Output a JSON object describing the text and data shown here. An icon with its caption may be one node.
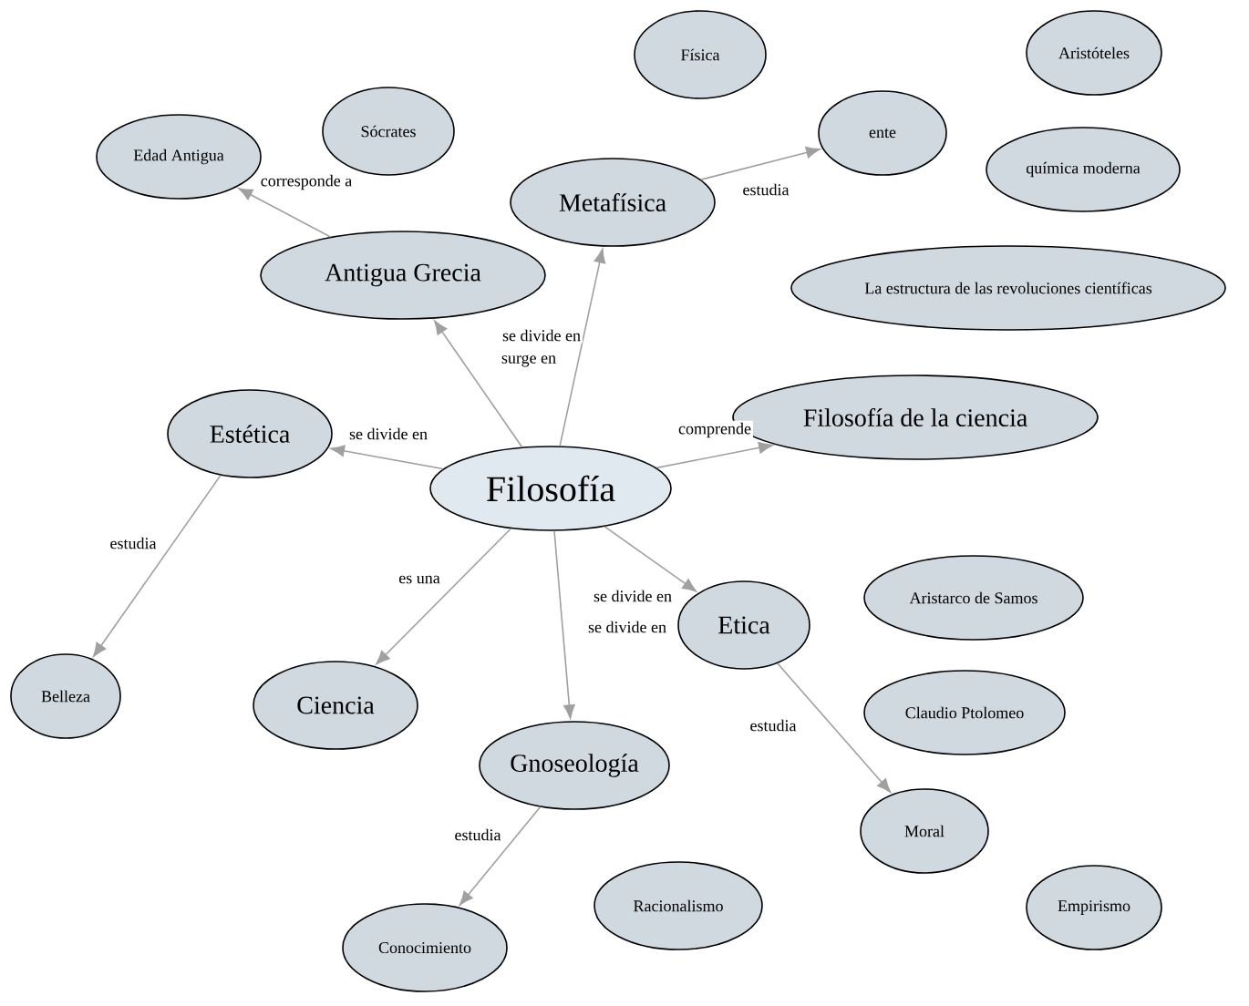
{
  "diagram": {
    "nodes": [
      {
        "text": [
          "Filosofía"
        ]
      },
      {
        "text": [
          "Antigua Grecia"
        ]
      },
      {
        "text": [
          "Edad Antigua"
        ]
      },
      {
        "text": [
          "Sócrates"
        ]
      },
      {
        "text": [
          "Física"
        ]
      },
      {
        "text": [
          "Metafísica"
        ]
      },
      {
        "text": [
          "ente"
        ]
      },
      {
        "text": [
          "Aristóteles"
        ]
      },
      {
        "text": [
          "química moderna"
        ]
      },
      {
        "text": [
          "La estructura de las revoluciones científicas"
        ]
      },
      {
        "text": [
          "Estética"
        ]
      },
      {
        "text": [
          "Filosofía de la ciencia"
        ]
      },
      {
        "text": [
          "Belleza"
        ]
      },
      {
        "text": [
          "Ciencia"
        ]
      },
      {
        "text": [
          "Etica"
        ]
      },
      {
        "text": [
          "Gnoseología"
        ]
      },
      {
        "text": [
          "Aristarco de Samos"
        ]
      },
      {
        "text": [
          "Claudio Ptolomeo"
        ]
      },
      {
        "text": [
          "Moral"
        ]
      },
      {
        "text": [
          "Conocimiento"
        ]
      },
      {
        "text": [
          "Racionalismo"
        ]
      },
      {
        "text": [
          "Empirismo"
        ]
      }
    ],
    "edges": [
      {
        "from": 0,
        "to": 1,
        "arrow": "to",
        "label": "surge en"
      },
      {
        "from": 0,
        "to": 5,
        "arrow": "to",
        "label": "se divide en"
      },
      {
        "from": 1,
        "to": 2,
        "arrow": "to",
        "label": "corresponde a"
      },
      {
        "from": 5,
        "to": 6,
        "arrow": "to",
        "label": "estudia"
      },
      {
        "from": 0,
        "to": 10,
        "arrow": "to",
        "label": "se divide en"
      },
      {
        "from": 0,
        "to": 11,
        "arrow": "to",
        "label": "comprende"
      },
      {
        "from": 10,
        "to": 12,
        "arrow": "to",
        "label": "estudia"
      },
      {
        "from": 0,
        "to": 13,
        "arrow": "to",
        "label": "es una"
      },
      {
        "from": 0,
        "to": 14,
        "arrow": "to",
        "label": "se divide en"
      },
      {
        "from": 0,
        "to": 15,
        "arrow": "to",
        "label": "se divide en"
      },
      {
        "from": 14,
        "to": 18,
        "arrow": "to",
        "label": "estudia"
      },
      {
        "from": 15,
        "to": 19,
        "arrow": "to",
        "label": "estudia"
      }
    ]
  }
}
